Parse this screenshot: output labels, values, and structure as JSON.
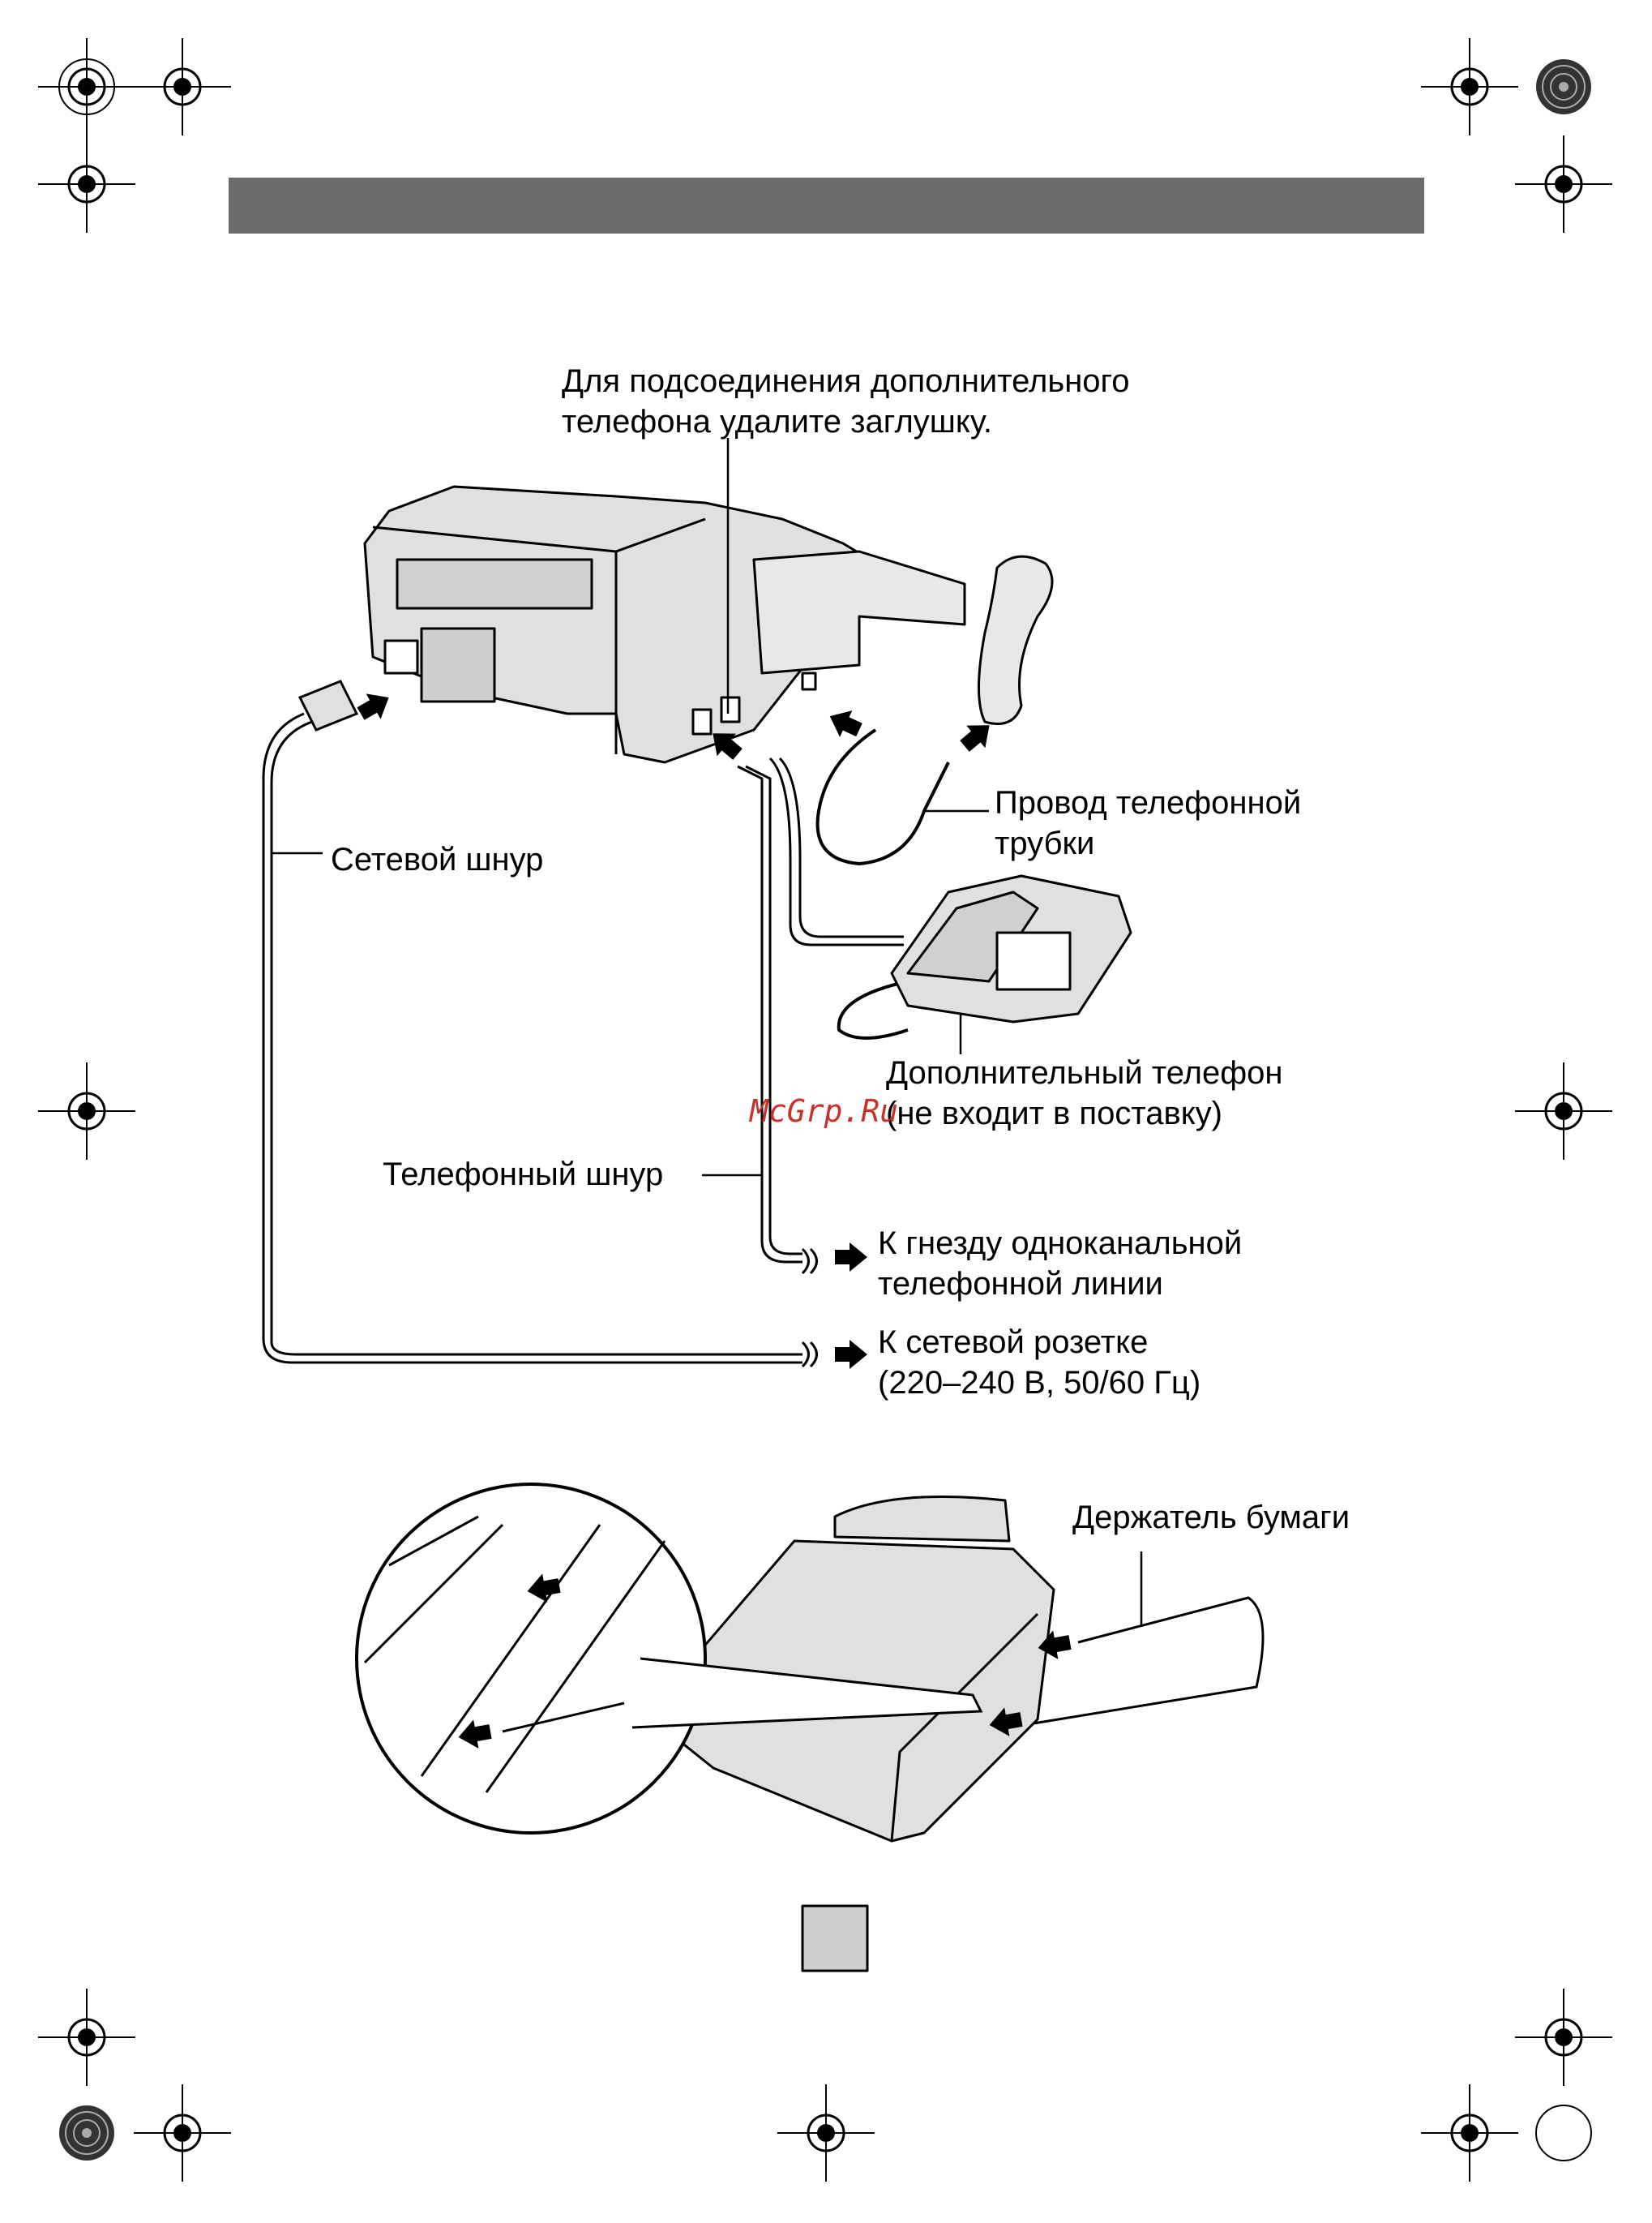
{
  "labels": {
    "extension_plug": [
      "Для подсоединения дополнительного",
      "телефона удалите заглушку."
    ],
    "handset_cord": [
      "Провод телефонной",
      "трубки"
    ],
    "power_cord": "Сетевой шнур",
    "extension_phone": [
      "Дополнительный телефон",
      "(не входит в поставку)"
    ],
    "telephone_cord": "Телефонный шнур",
    "to_line_jack": [
      "К гнезду одноканальной",
      "телефонной линии"
    ],
    "to_outlet": [
      "К сетевой розетке",
      "(220–240 В, 50/60 Гц)"
    ],
    "paper_holder": "Держатель бумаги"
  },
  "watermark": "McGrp.Ru",
  "colors": {
    "header_bar": "#6b6b6b",
    "watermark": "#c8322b",
    "ink": "#000000"
  }
}
